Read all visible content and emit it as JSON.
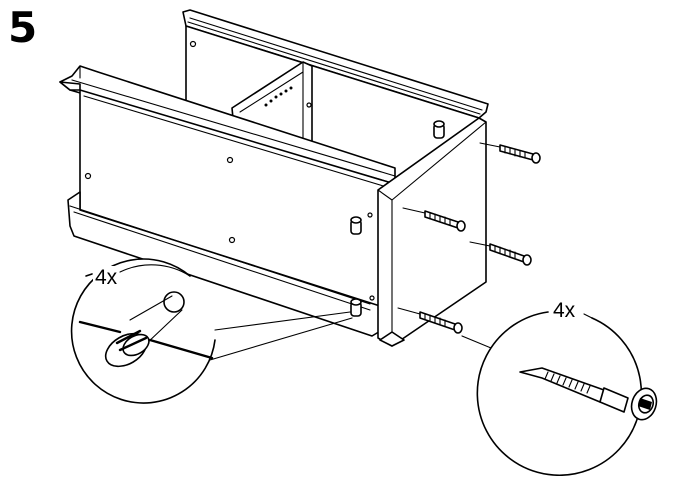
{
  "step": {
    "number": "5"
  },
  "detail_cam_lock": {
    "quantity": "4x"
  },
  "detail_screw": {
    "quantity": "4x"
  },
  "colors": {
    "line": "#000000",
    "background": "#ffffff"
  }
}
